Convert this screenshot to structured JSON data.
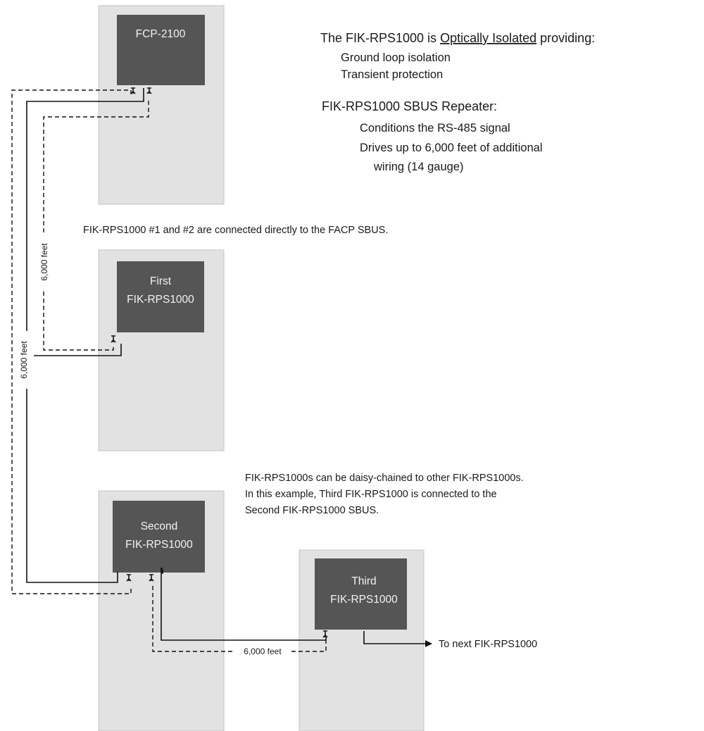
{
  "units": {
    "panel": "FCP-2100",
    "first_line1": "First",
    "first_line2": "FIK-RPS1000",
    "second_line1": "Second",
    "second_line2": "FIK-RPS1000",
    "third_line1": "Third",
    "third_line2": "FIK-RPS1000"
  },
  "notes": {
    "isolation_title_pre": "The FIK-RPS1000 is ",
    "isolation_title_emph": "Optically Isolated",
    "isolation_title_post": " providing:",
    "isolation_item1": "Ground loop isolation",
    "isolation_item2": "Transient protection",
    "repeater_title": "FIK-RPS1000 SBUS Repeater:",
    "repeater_item1": "Conditions the RS-485 signal",
    "repeater_item2": "Drives up to 6,000 feet of additional",
    "repeater_item3": "wiring (14 gauge)",
    "direct_note": "FIK-RPS1000 #1 and #2 are connected directly  to the FACP SBUS.",
    "daisy_line1": "FIK-RPS1000s can be daisy-chained to other FIK-RPS1000s.",
    "daisy_line2": "In this example, Third FIK-RPS1000 is connected to the",
    "daisy_line3": "Second  FIK-RPS1000 SBUS."
  },
  "distances": {
    "panel_to_first": "6,000 feet",
    "panel_to_second": "6,000 feet",
    "second_to_third": "6,000 feet"
  },
  "next_label": "To next FIK-RPS1000"
}
